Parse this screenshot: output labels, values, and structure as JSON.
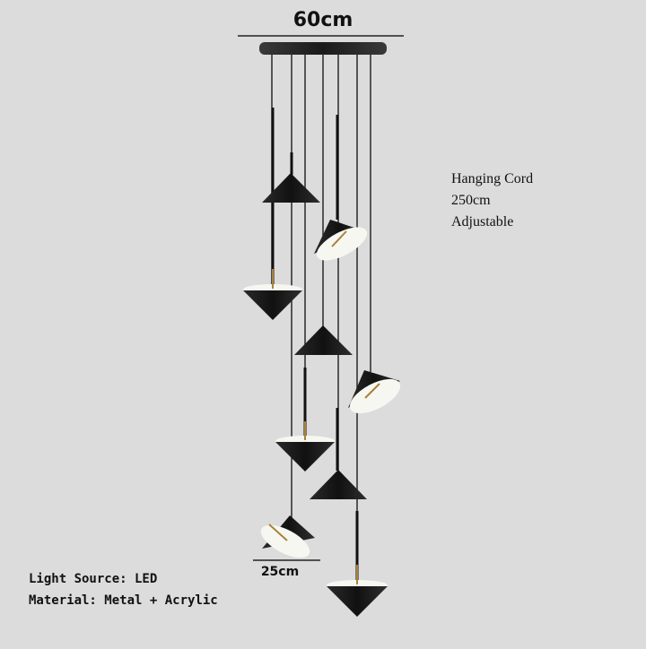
{
  "product": {
    "type": "spiral cone pendant chandelier",
    "pendant_count": 8,
    "colors": {
      "background": "#dcdcdc",
      "metal": "#1e1e1e",
      "diffuser": "#f7f7f2",
      "accent_brass": "#a8823a",
      "text": "#111111"
    }
  },
  "dimensions": {
    "canopy_width_label": "60cm",
    "shade_width_label": "25cm"
  },
  "specs_right": {
    "line1": "Hanging Cord",
    "line2": "250cm",
    "line3": "Adjustable"
  },
  "specs_bottom": {
    "light_source": "Light Source: LED",
    "material": "Material: Metal + Acrylic"
  }
}
